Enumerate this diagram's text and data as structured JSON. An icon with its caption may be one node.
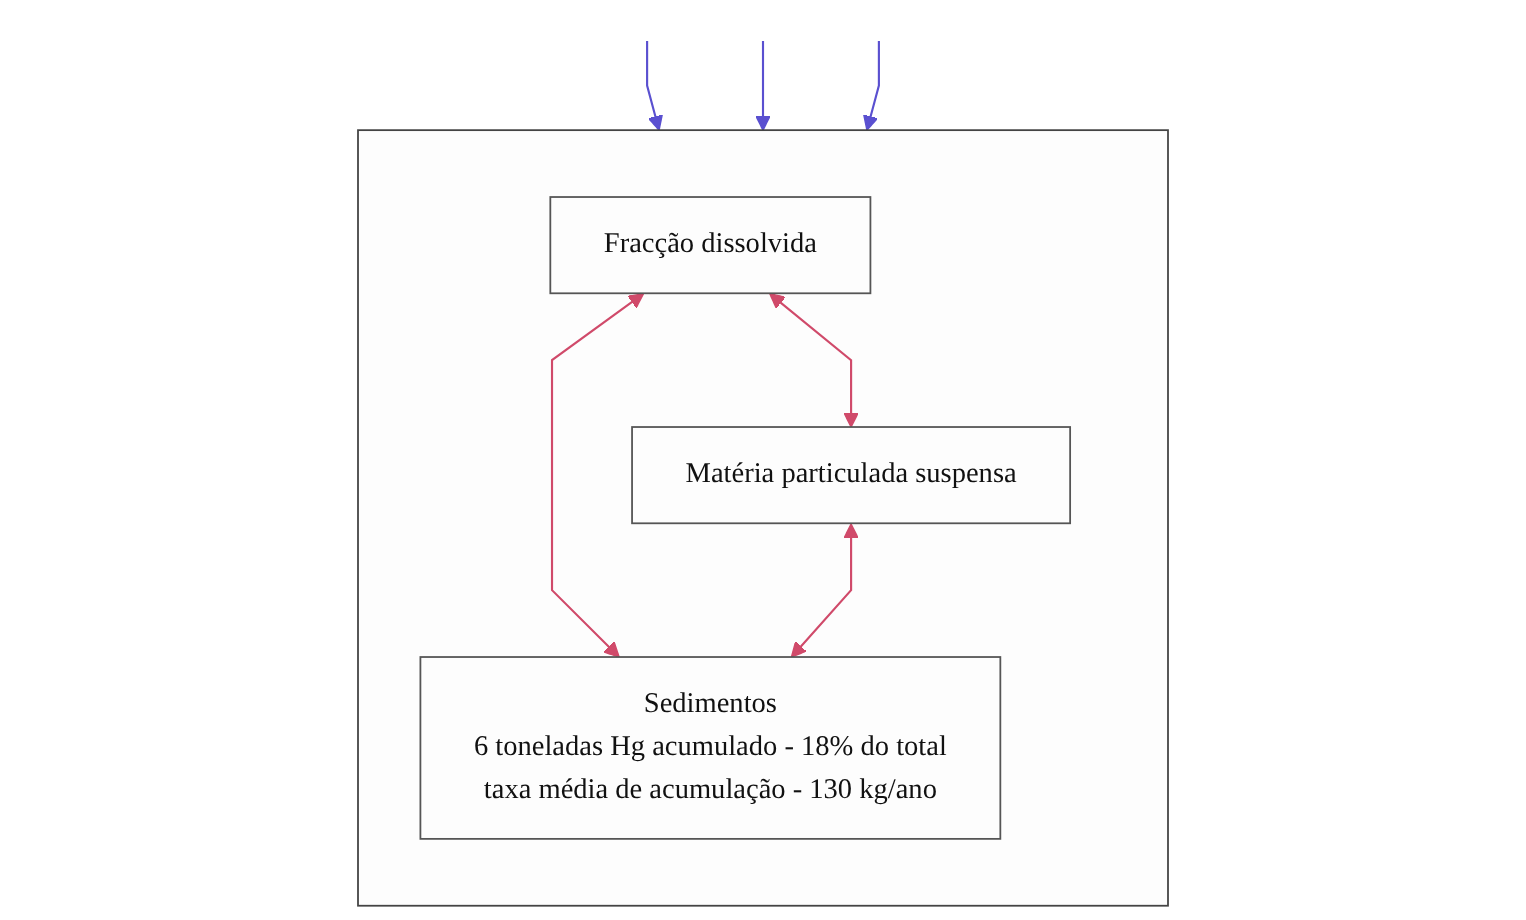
{
  "diagram": {
    "nodes": [
      {
        "text": [],
        "shape": "box"
      },
      {
        "text": [
          "Fracção dissolvida"
        ],
        "in": 0
      },
      {
        "text": [
          "Matéria particulada suspensa"
        ],
        "in": 0
      },
      {
        "text": [
          "Sedimentos",
          "6 toneladas Hg acumulado - 18% do total",
          "taxa média de acumulação - 130 kg/ano"
        ],
        "in": 0
      }
    ],
    "edges": [
      {
        "from": null,
        "to": 0,
        "arrow": "to",
        "color": "#5a50d0"
      },
      {
        "from": null,
        "to": 0,
        "arrow": "to",
        "color": "#5a50d0"
      },
      {
        "from": null,
        "to": 0,
        "arrow": "to",
        "color": "#5a50d0"
      },
      {
        "from": 1,
        "to": 2,
        "arrow": "both",
        "color": "#d04a6a"
      },
      {
        "from": 1,
        "to": 3,
        "arrow": "both",
        "color": "#d04a6a"
      },
      {
        "from": 2,
        "to": 3,
        "arrow": "both",
        "color": "#d04a6a"
      }
    ]
  }
}
